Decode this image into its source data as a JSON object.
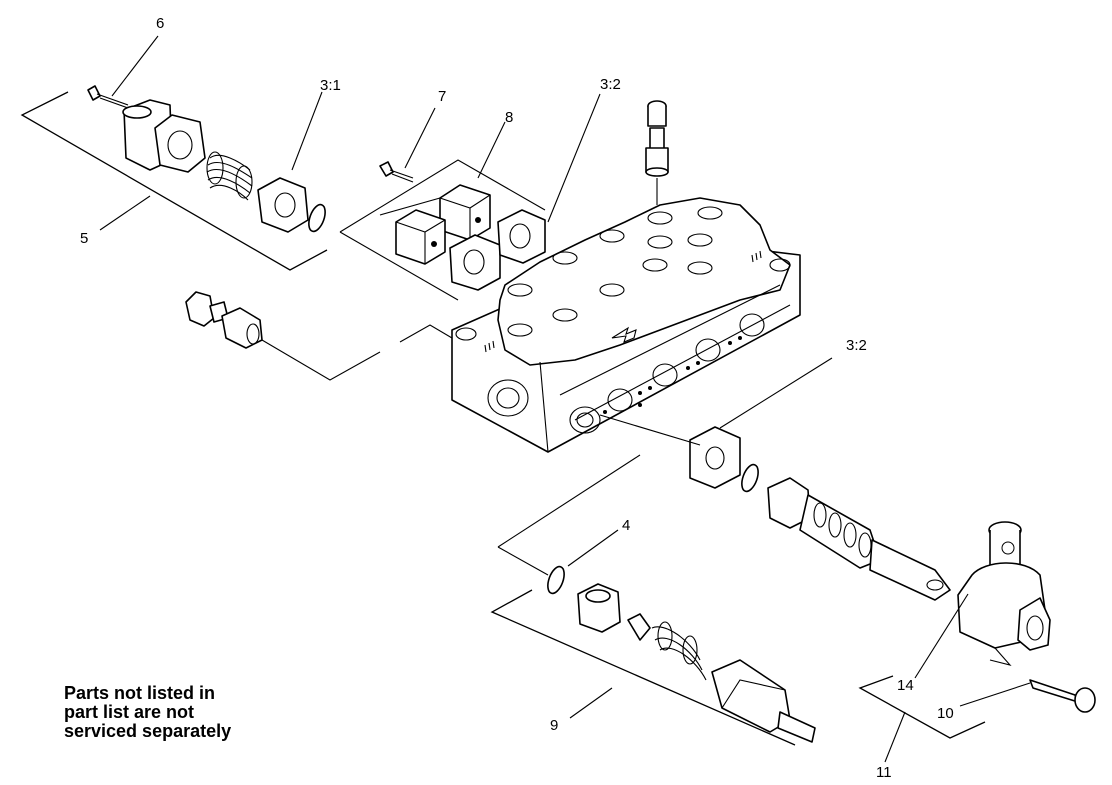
{
  "callouts": {
    "c6": "6",
    "c3_1": "3:1",
    "c7": "7",
    "c8": "8",
    "c3_2_top": "3:2",
    "c5": "5",
    "c3_2_right": "3:2",
    "c4": "4",
    "c9": "9",
    "c14": "14",
    "c10": "10",
    "c11": "11"
  },
  "note": {
    "line1": "Parts not listed in",
    "line2": "part list are not",
    "line3": "serviced separately"
  }
}
